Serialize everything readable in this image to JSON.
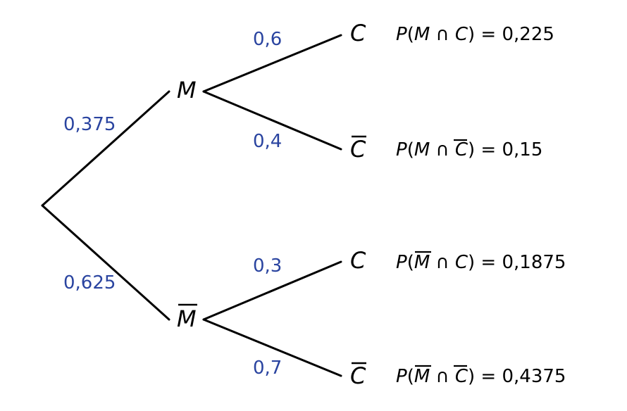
{
  "first_level": {
    "M": {
      "label": "M",
      "probability": "0,375"
    },
    "M_bar": {
      "label": "M",
      "probability": "0,625"
    }
  },
  "second_level": {
    "M_C": {
      "label": "C",
      "probability": "0,6"
    },
    "M_Cbar": {
      "label": "C",
      "probability": "0,4"
    },
    "Mbar_C": {
      "label": "C",
      "probability": "0,3"
    },
    "Mbar_Cbar": {
      "label": "C",
      "probability": "0,7"
    }
  },
  "results": {
    "M_C": {
      "P": "P",
      "open": "(",
      "A": "M",
      "cap": " ∩ ",
      "B": "C",
      "close": ")",
      "eq": " = ",
      "value": "0,225"
    },
    "M_Cbar": {
      "P": "P",
      "open": "(",
      "A": "M",
      "cap": " ∩ ",
      "B": "C",
      "close": ")",
      "eq": " = ",
      "value": "0,15"
    },
    "Mbar_C": {
      "P": "P",
      "open": "(",
      "A": "M",
      "cap": " ∩ ",
      "B": "C",
      "close": ")",
      "eq": " = ",
      "value": "0,1875"
    },
    "Mbar_Cbar": {
      "P": "P",
      "open": "(",
      "A": "M",
      "cap": " ∩ ",
      "B": "C",
      "close": ")",
      "eq": " = ",
      "value": "0,4375"
    }
  },
  "colors": {
    "probability": "#2a44a0",
    "lines": "#000000"
  }
}
